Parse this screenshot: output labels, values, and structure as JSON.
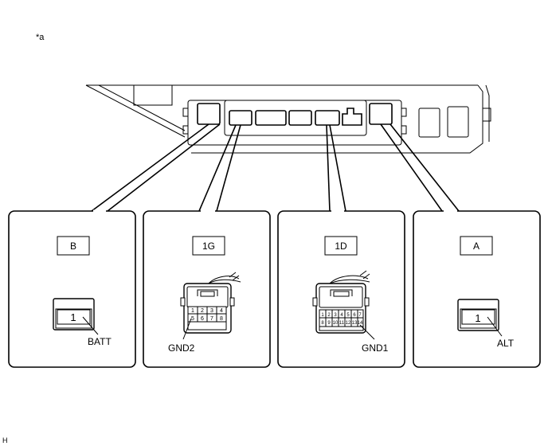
{
  "marker": "*a",
  "footer_code": "H",
  "panels": [
    {
      "code": "B",
      "pin": "1",
      "terminal": "BATT"
    },
    {
      "code": "1G",
      "pins": [
        "1",
        "2",
        "3",
        "4",
        "5",
        "6",
        "7",
        "8"
      ],
      "terminal": "GND2"
    },
    {
      "code": "1D",
      "pins": [
        "1",
        "2",
        "3",
        "4",
        "5",
        "6",
        "7",
        "8",
        "9",
        "10",
        "11",
        "12",
        "13",
        "14"
      ],
      "terminal": "GND1"
    },
    {
      "code": "A",
      "pin": "1",
      "terminal": "ALT"
    }
  ]
}
